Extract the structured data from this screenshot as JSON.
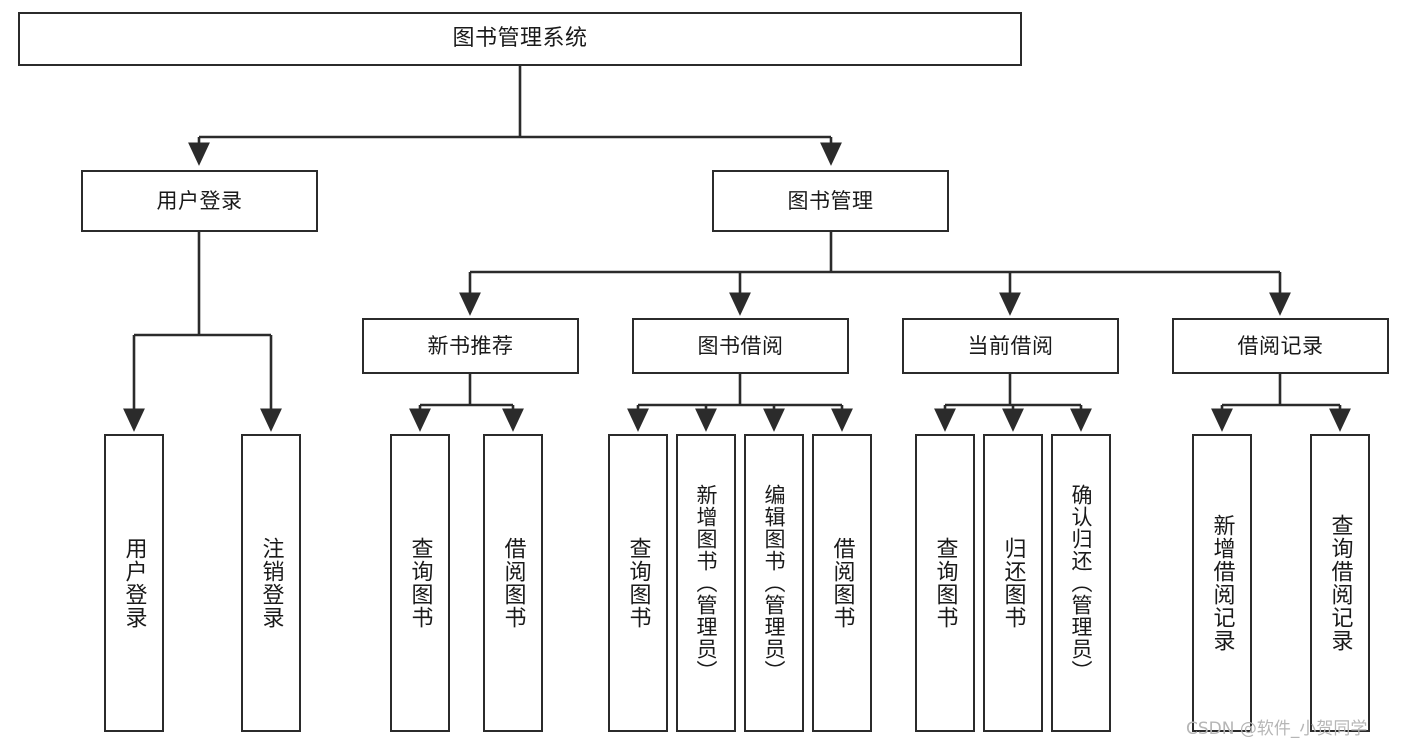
{
  "diagram": {
    "title_node": {
      "label": "图书管理系统"
    },
    "level2": [
      {
        "id": "user-login",
        "label": "用户登录"
      },
      {
        "id": "book-management",
        "label": "图书管理"
      }
    ],
    "level3": [
      {
        "id": "new-book-recommend",
        "label": "新书推荐"
      },
      {
        "id": "book-borrow",
        "label": "图书借阅"
      },
      {
        "id": "current-borrow",
        "label": "当前借阅"
      },
      {
        "id": "borrow-record",
        "label": "借阅记录"
      }
    ],
    "leaves": [
      {
        "id": "leaf-user-login",
        "label": "用户登录"
      },
      {
        "id": "leaf-logout-login",
        "label": "注销登录"
      },
      {
        "id": "leaf-query-book-1",
        "label": "查询图书"
      },
      {
        "id": "leaf-borrow-book-1",
        "label": "借阅图书"
      },
      {
        "id": "leaf-query-book-2",
        "label": "查询图书"
      },
      {
        "id": "leaf-add-book",
        "label": "新增图书（管理员）"
      },
      {
        "id": "leaf-edit-book",
        "label": "编辑图书（管理员）"
      },
      {
        "id": "leaf-borrow-book-2",
        "label": "借阅图书"
      },
      {
        "id": "leaf-query-book-3",
        "label": "查询图书"
      },
      {
        "id": "leaf-return-book",
        "label": "归还图书"
      },
      {
        "id": "leaf-confirm-return",
        "label": "确认归还（管理员）"
      },
      {
        "id": "leaf-add-borrow-record",
        "label": "新增借阅记录"
      },
      {
        "id": "leaf-query-borrow-record",
        "label": "查询借阅记录"
      }
    ],
    "colors": {
      "stroke": "#2b2b2b",
      "fill": "#ffffff",
      "text": "#1a1a1a",
      "watermark": "#b6b6b6"
    }
  },
  "watermark": {
    "text": "CSDN @软件_小贺同学"
  }
}
